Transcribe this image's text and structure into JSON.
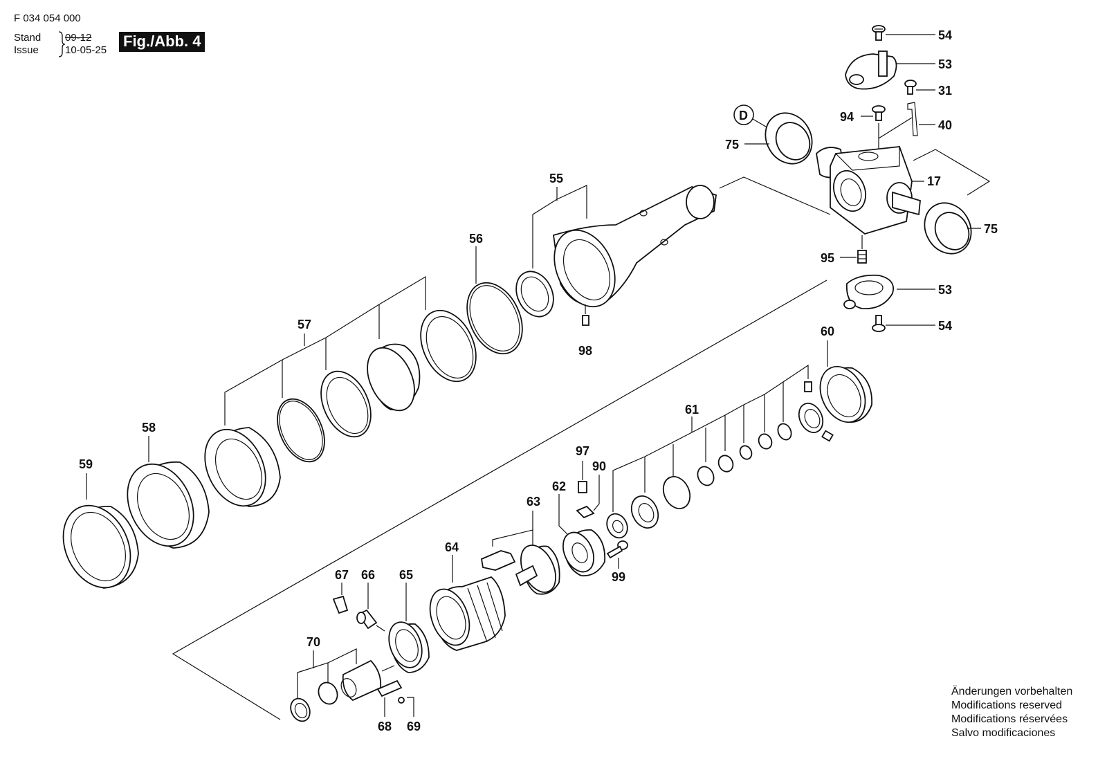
{
  "header": {
    "doc_number": "F 034 054 000",
    "stand_label": "Stand",
    "issue_label": "Issue",
    "stand_date_old": "09-12",
    "issue_date": "10-05-25",
    "figure_label": "Fig./Abb. 4"
  },
  "notice": {
    "de": "Änderungen vorbehalten",
    "en": "Modifications reserved",
    "fr": "Modifications réservées",
    "es": "Salvo modificaciones"
  },
  "diagram": {
    "detail_marker": "D",
    "callouts": {
      "c54a": "54",
      "c53a": "53",
      "c31": "31",
      "c40": "40",
      "c94": "94",
      "c75a": "75",
      "c17": "17",
      "c75b": "75",
      "c95": "95",
      "c53b": "53",
      "c54b": "54",
      "c55": "55",
      "c56": "56",
      "c98": "98",
      "c57": "57",
      "c58": "58",
      "c59": "59",
      "c60": "60",
      "c61": "61",
      "c97": "97",
      "c90": "90",
      "c62": "62",
      "c63": "63",
      "c99": "99",
      "c64": "64",
      "c67": "67",
      "c66": "66",
      "c65": "65",
      "c70": "70",
      "c68": "68",
      "c69": "69"
    }
  }
}
